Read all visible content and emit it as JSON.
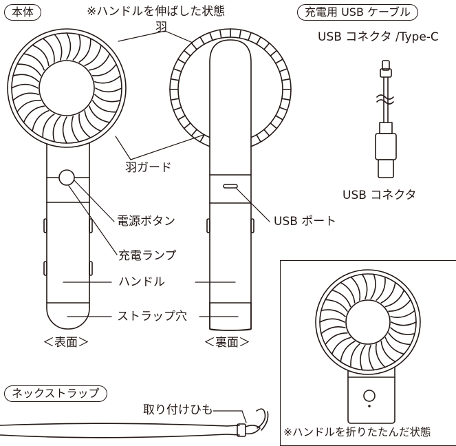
{
  "labels": {
    "main_body": "本体",
    "extended_note": "※ハンドルを伸ばした状態",
    "cable_title": "充電用 USB ケーブル",
    "connector_typec": "USB コネクタ /Type-C",
    "connector_usb": "USB コネクタ",
    "blade": "羽",
    "blade_guard": "羽ガード",
    "power_button": "電源ボタン",
    "charge_lamp": "充電ランプ",
    "handle": "ハンドル",
    "strap_hole": "ストラップ穴",
    "usb_port": "USB ポート",
    "front": "＜表面＞",
    "back": "＜裏面＞",
    "neck_strap": "ネックストラップ",
    "attach_string": "取り付けひも",
    "folded_note": "※ハンドルを折りたたんだ状態"
  }
}
